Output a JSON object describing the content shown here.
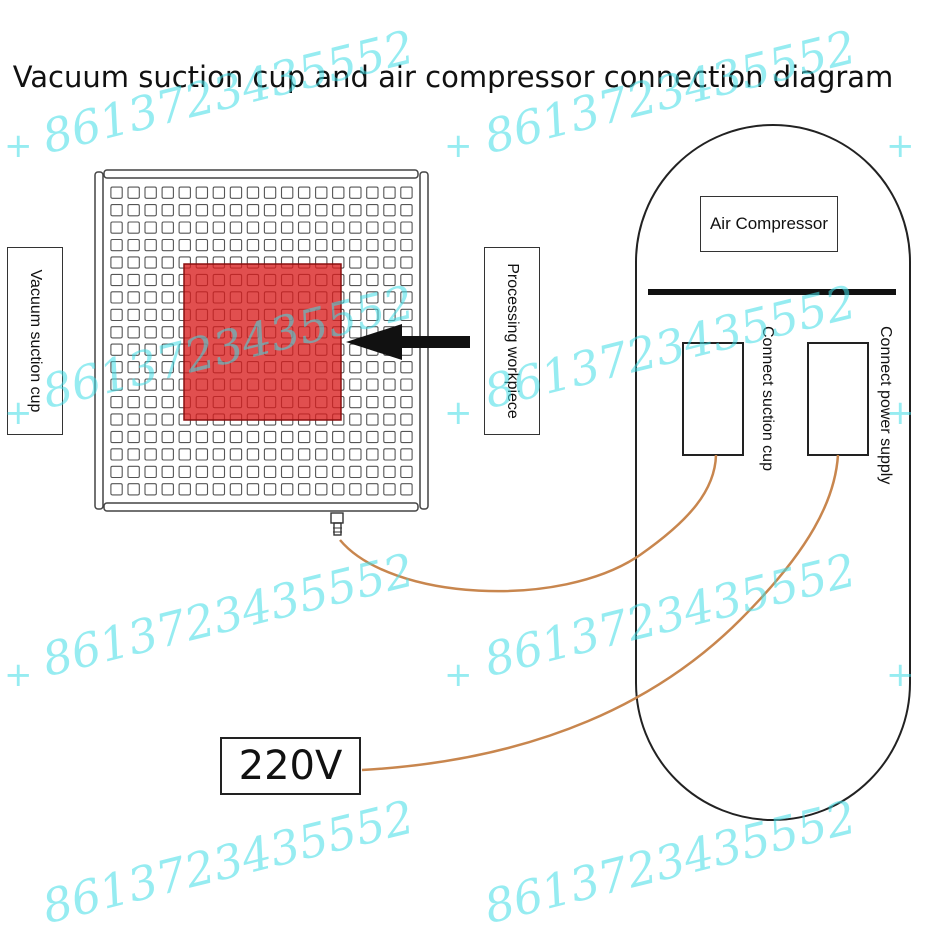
{
  "title": "Vacuum suction cup and air compressor connection diagram",
  "labels": {
    "vacuum_suction_cup": "Vacuum suction cup",
    "processing_workpiece": "Processing workpiece",
    "air_compressor": "Air Compressor",
    "connect_suction_cup": "Connect suction cup",
    "connect_power_supply": "Connect power supply",
    "voltage": "220V"
  },
  "watermark": {
    "text": "8613723435552",
    "plus": "+"
  },
  "colors": {
    "workpiece": "#d91e1e",
    "hose": "#c8864e",
    "watermark": "#40dce6",
    "outline": "#333333"
  },
  "grid": {
    "columns": 18,
    "rows": 18
  }
}
